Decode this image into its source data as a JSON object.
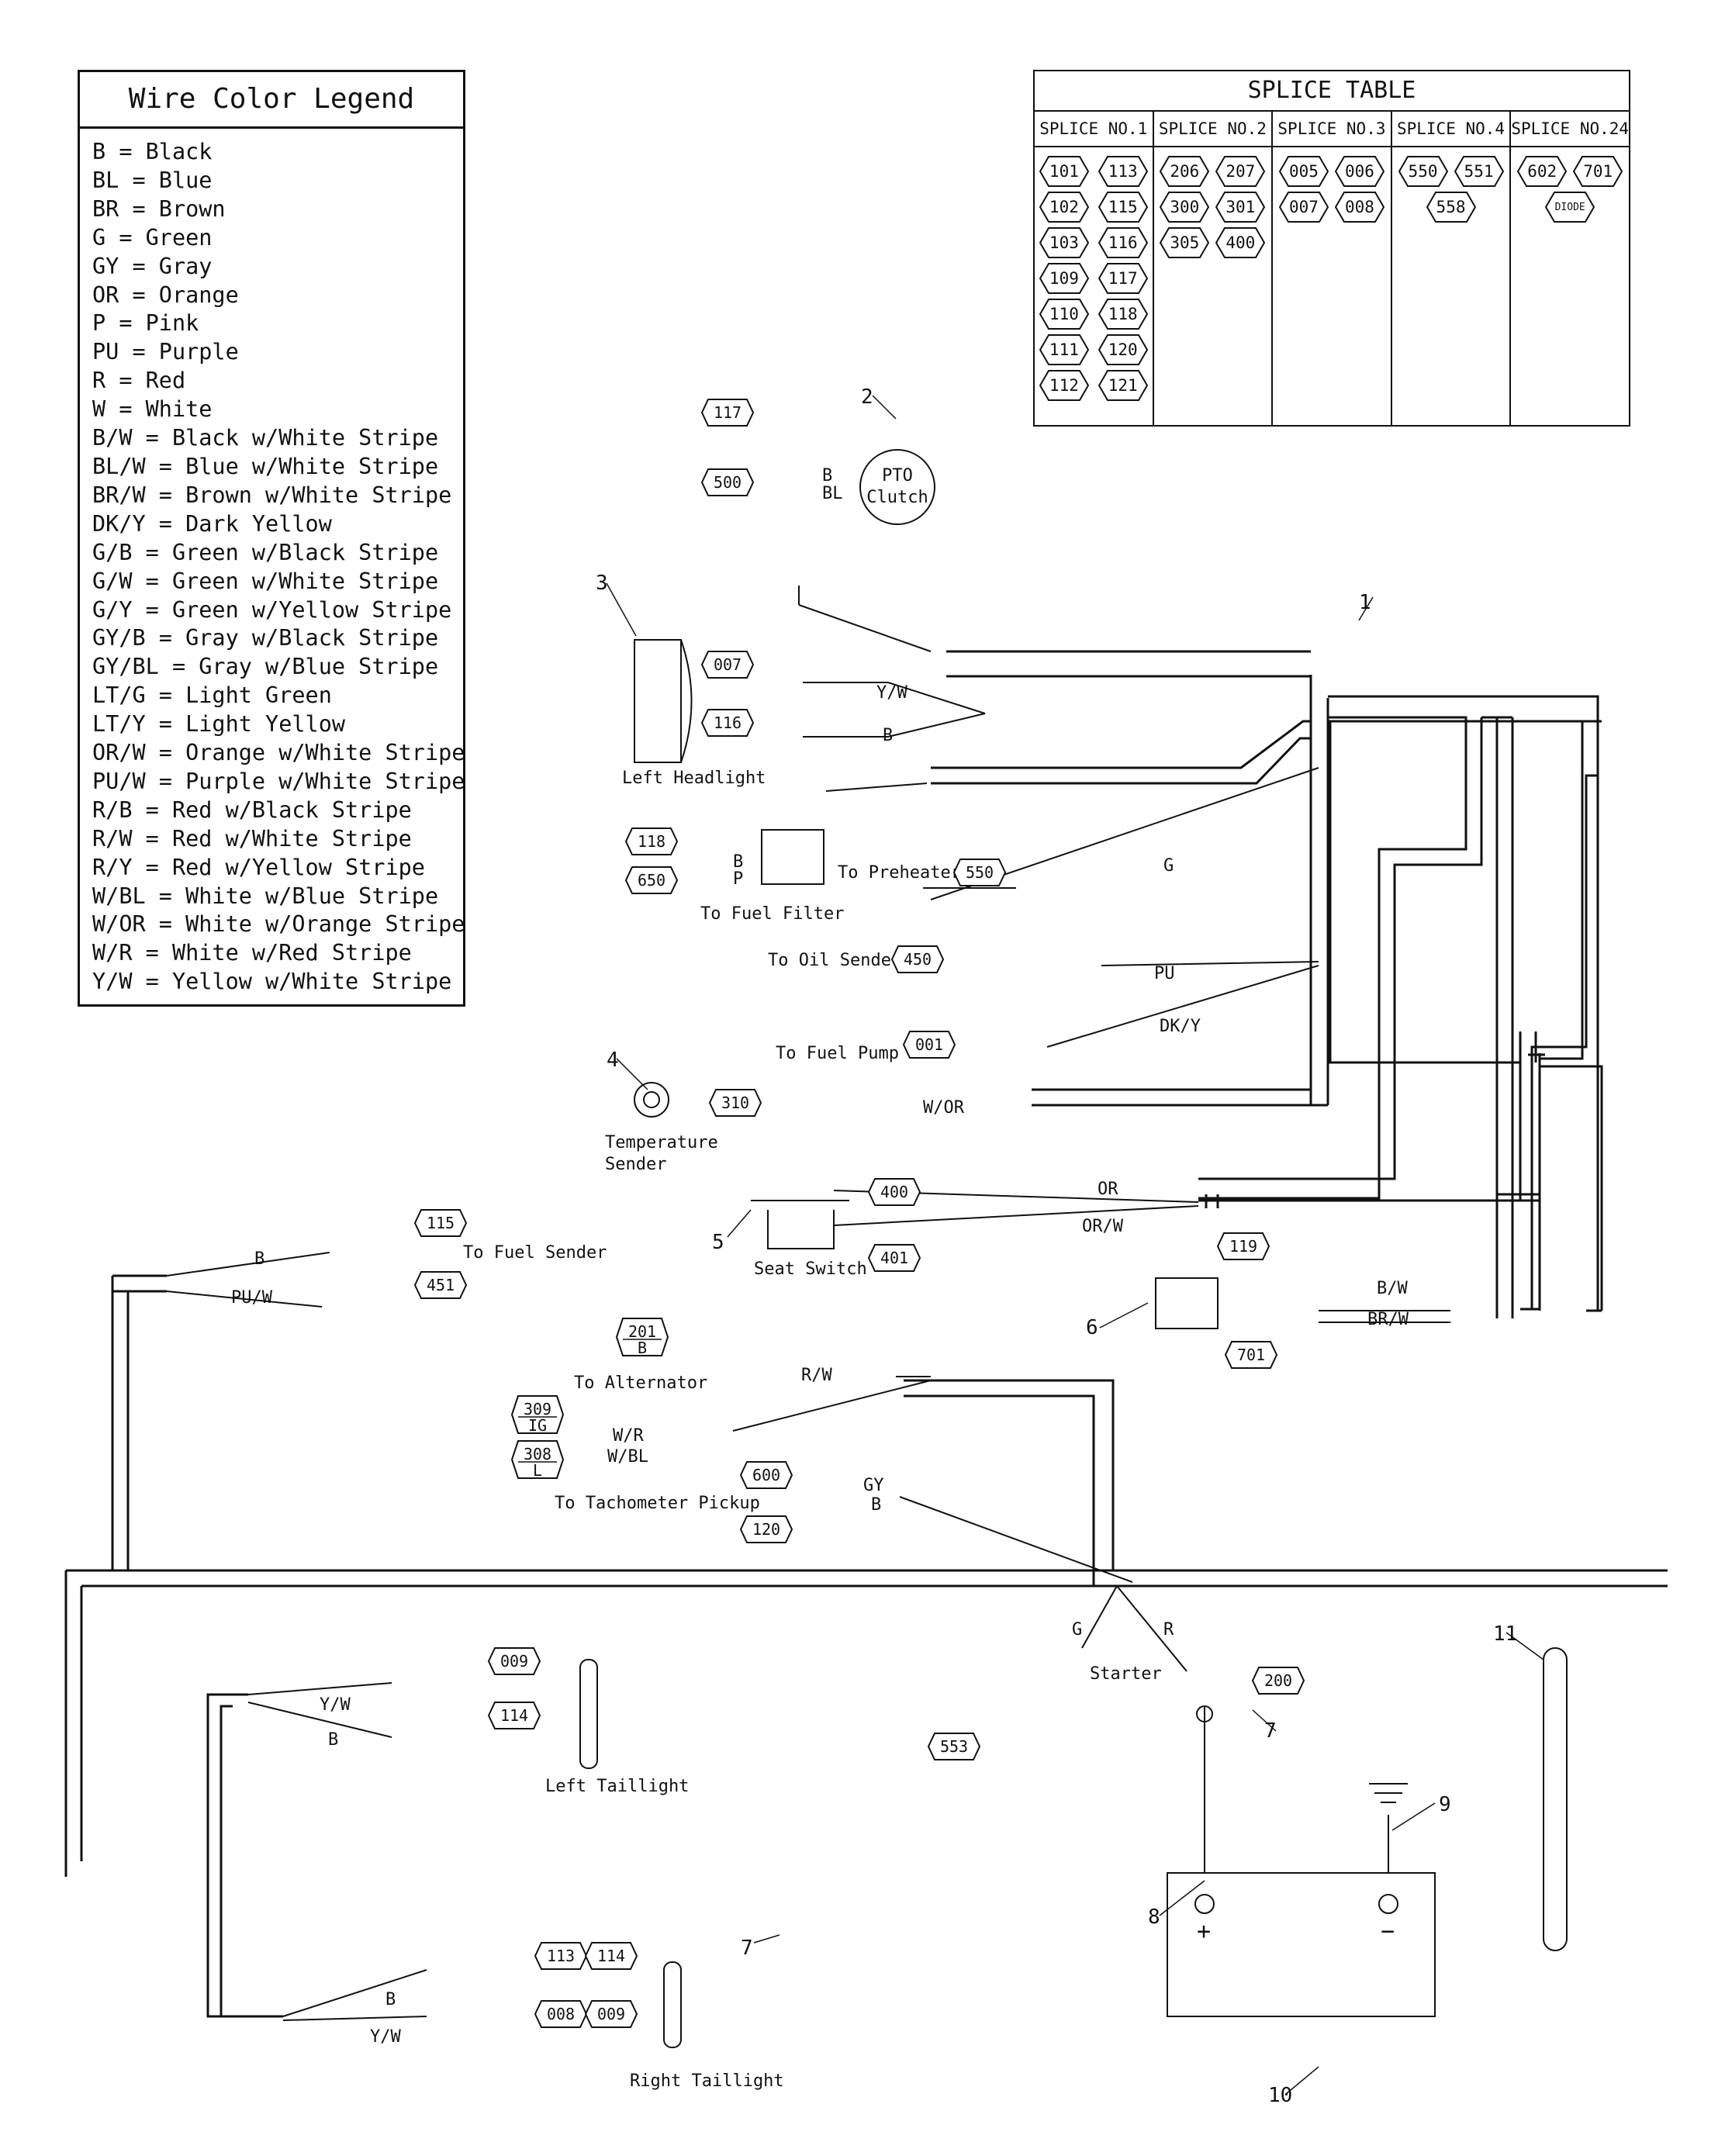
{
  "legend": {
    "title": "Wire Color Legend",
    "items": [
      "B = Black",
      "BL = Blue",
      "BR = Brown",
      "G = Green",
      "GY = Gray",
      "OR = Orange",
      "P = Pink",
      "PU = Purple",
      "R = Red",
      "W = White",
      "B/W = Black w/White Stripe",
      "BL/W = Blue w/White Stripe",
      "BR/W = Brown w/White Stripe",
      "DK/Y = Dark Yellow",
      "G/B = Green w/Black Stripe",
      "G/W = Green w/White Stripe",
      "G/Y = Green w/Yellow Stripe",
      "GY/B = Gray w/Black Stripe",
      "GY/BL = Gray w/Blue Stripe",
      "LT/G = Light Green",
      "LT/Y = Light Yellow",
      "OR/W = Orange w/White Stripe",
      "PU/W = Purple w/White Stripe",
      "R/B = Red w/Black Stripe",
      "R/W = Red w/White Stripe",
      "R/Y = Red w/Yellow Stripe",
      "W/BL = White w/Blue Stripe",
      "W/OR = White w/Orange Stripe",
      "W/R = White w/Red Stripe",
      "Y/W = Yellow w/White Stripe"
    ]
  },
  "splice_table": {
    "title": "SPLICE TABLE",
    "columns": [
      {
        "header": "SPLICE NO.1",
        "items": [
          "101",
          "113",
          "102",
          "115",
          "103",
          "116",
          "109",
          "117",
          "110",
          "118",
          "111",
          "120",
          "112",
          "121"
        ]
      },
      {
        "header": "SPLICE NO.2",
        "items": [
          "206",
          "207",
          "300",
          "301",
          "305",
          "400"
        ]
      },
      {
        "header": "SPLICE NO.3",
        "items": [
          "005",
          "006",
          "007",
          "008"
        ]
      },
      {
        "header": "SPLICE NO.4",
        "items": [
          "550",
          "551",
          "558"
        ]
      },
      {
        "header": "SPLICE NO.24",
        "items": [
          "602",
          "701",
          "DIODE"
        ]
      }
    ]
  },
  "callouts": [
    "1",
    "2",
    "3",
    "4",
    "5",
    "6",
    "7",
    "7",
    "8",
    "9",
    "10",
    "11"
  ],
  "components": {
    "pto_clutch": [
      "PTO",
      "Clutch"
    ],
    "left_headlight": "Left Headlight",
    "fuel_filter": "To Fuel Filter",
    "preheater": "To Preheater",
    "oil_sender": "To Oil Sender",
    "fuel_pump": "To Fuel Pump",
    "temp_sender": [
      "Temperature",
      "Sender"
    ],
    "seat_switch": "Seat Switch",
    "fuel_sender": "To Fuel Sender",
    "alternator": "To Alternator",
    "tach_pickup": "To Tachometer Pickup",
    "starter": "Starter",
    "left_taillight": "Left Taillight",
    "right_taillight": "Right Taillight"
  },
  "wire_labels": {
    "pto_b": "B",
    "pto_bl": "BL",
    "hl_yw": "Y/W",
    "hl_b": "B",
    "ff_b": "B",
    "ff_p": "P",
    "pre_g": "G",
    "oil_pu": "PU",
    "fp_dky": "DK/Y",
    "temp_wor": "W/OR",
    "seat_or": "OR",
    "seat_orw": "OR/W",
    "c6_bw": "B/W",
    "c6_brw": "BR/W",
    "fs_b": "B",
    "fs_puw": "PU/W",
    "alt_rw": "R/W",
    "alt_wr": "W/R",
    "alt_wbl": "W/BL",
    "tach_gy": "GY",
    "tach_b": "B",
    "st_g": "G",
    "st_r": "R",
    "lt_yw": "Y/W",
    "lt_b": "B",
    "rt_b": "B",
    "rt_yw": "Y/W",
    "bat_plus": "+",
    "bat_minus": "−",
    "fs_minus": "−",
    "fs_plus": "+"
  },
  "terminals": {
    "t117": "117",
    "t500": "500",
    "t007": "007",
    "t116": "116",
    "t118": "118",
    "t650": "650",
    "t550": "550",
    "t450": "450",
    "t001": "001",
    "t310": "310",
    "t400": "400",
    "t401": "401",
    "t119": "119",
    "t701": "701",
    "t115": "115",
    "t451": "451",
    "t201": "201",
    "t201_sub": "B",
    "t309": "309",
    "t309_sub": "IG",
    "t308": "308",
    "t308_sub": "L",
    "t600": "600",
    "t120": "120",
    "t200": "200",
    "t553": "553",
    "t009": "009",
    "t114": "114",
    "t113b": "113",
    "t114b": "114",
    "t008": "008",
    "t009b": "009"
  }
}
